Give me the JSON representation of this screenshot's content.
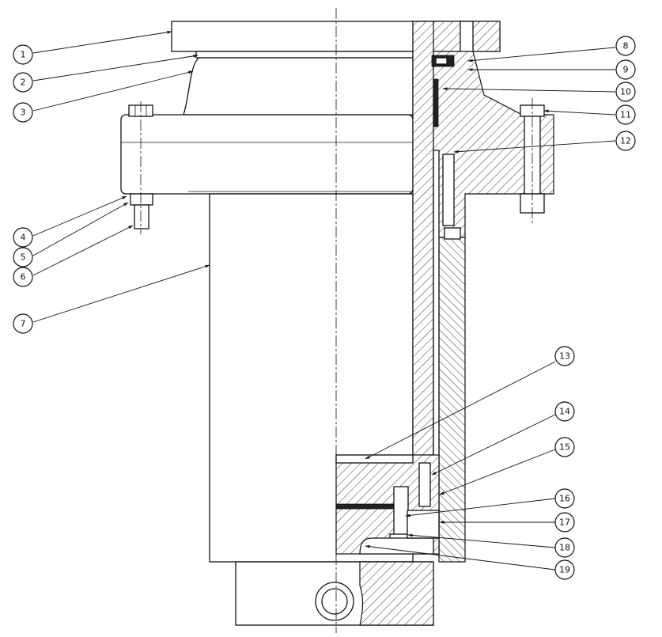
{
  "figure": {
    "description_kind": "mechanical-assembly-section",
    "callouts": [
      {
        "label": "1"
      },
      {
        "label": "2"
      },
      {
        "label": "3"
      },
      {
        "label": "4"
      },
      {
        "label": "5"
      },
      {
        "label": "6"
      },
      {
        "label": "7"
      },
      {
        "label": "8"
      },
      {
        "label": "9"
      },
      {
        "label": "10"
      },
      {
        "label": "11"
      },
      {
        "label": "12"
      },
      {
        "label": "13"
      },
      {
        "label": "14"
      },
      {
        "label": "15"
      },
      {
        "label": "16"
      },
      {
        "label": "17"
      },
      {
        "label": "18"
      },
      {
        "label": "19"
      }
    ]
  }
}
